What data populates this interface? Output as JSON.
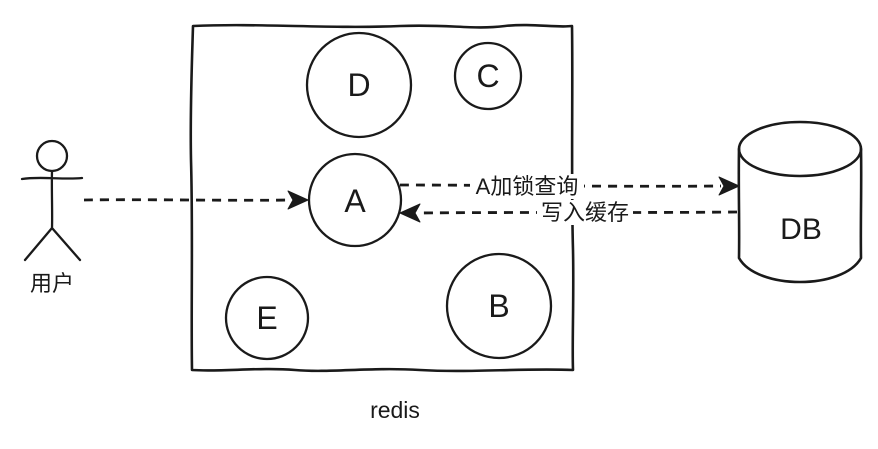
{
  "colors": {
    "line": "#1a1a1a",
    "background": "#ffffff"
  },
  "actor": {
    "label": "用户"
  },
  "cache": {
    "caption": "redis",
    "nodes": [
      {
        "label": "D"
      },
      {
        "label": "C"
      },
      {
        "label": "A"
      },
      {
        "label": "E"
      },
      {
        "label": "B"
      }
    ]
  },
  "database": {
    "label": "DB"
  },
  "flows": {
    "user_to_cache": {
      "from": "用户",
      "to": "A",
      "label": ""
    },
    "lock_query": {
      "from": "A",
      "to": "DB",
      "label": "A加锁查询"
    },
    "write_cache": {
      "from": "DB",
      "to": "A",
      "label": "写入缓存"
    }
  }
}
